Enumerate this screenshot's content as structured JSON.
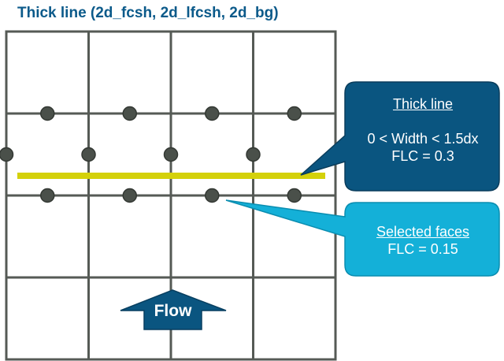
{
  "title": "Thick line (2d_fcsh, 2d_lfcsh, 2d_bg)",
  "colors": {
    "title": "#0b5a8a",
    "grid": "#555a55",
    "node": "#4a504a",
    "thick_line": "#d4d10a",
    "callout_dark": "#0a5580",
    "callout_light": "#14b0d8",
    "flow_arrow": "#0a5580"
  },
  "grid": {
    "columns": 4,
    "rows": 4
  },
  "thick_line_callout": {
    "heading": "Thick line",
    "line1": "0 < Width < 1.5dx",
    "line2": "FLC = 0.3"
  },
  "selected_faces_callout": {
    "heading": "Selected faces",
    "line1": "FLC = 0.15"
  },
  "flow_arrow": {
    "label": "Flow"
  }
}
